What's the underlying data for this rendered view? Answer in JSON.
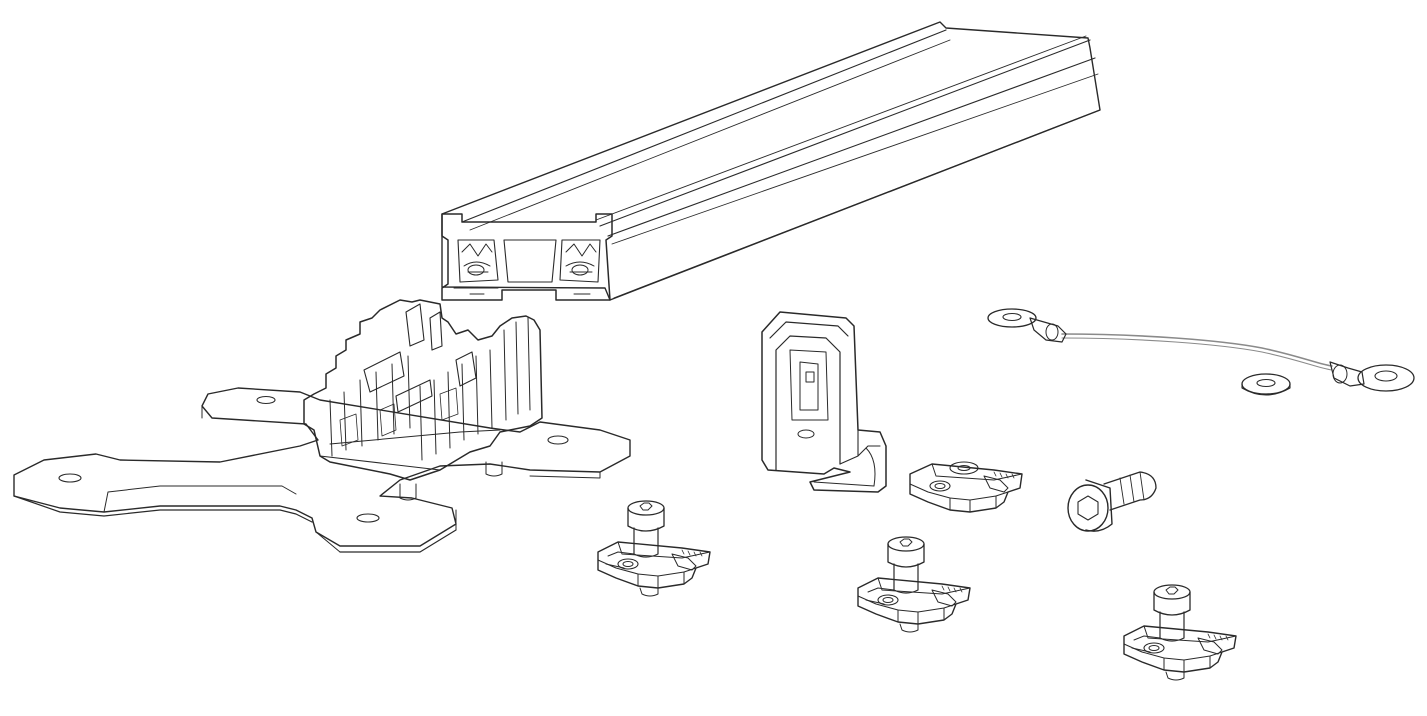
{
  "style": {
    "stroke": "#2a2a2a",
    "fill": "#ffffff",
    "shade": "#e6e6e6",
    "cable": "#8a8a8a"
  },
  "parts": [
    {
      "id": "rail-profile",
      "icon": "rail-profile-icon"
    },
    {
      "id": "mounting-plate",
      "icon": "mounting-plate-icon"
    },
    {
      "id": "cable-clip-bracket",
      "icon": "clip-bracket-icon"
    },
    {
      "id": "end-clamp",
      "icon": "end-clamp-icon"
    },
    {
      "id": "grounding-cable",
      "icon": "grounding-cable-icon"
    },
    {
      "id": "washer",
      "icon": "washer-icon"
    },
    {
      "id": "hex-socket-bolt",
      "icon": "hex-socket-bolt-icon"
    },
    {
      "id": "t-nut-clamp",
      "icon": "t-nut-clamp-icon"
    }
  ]
}
